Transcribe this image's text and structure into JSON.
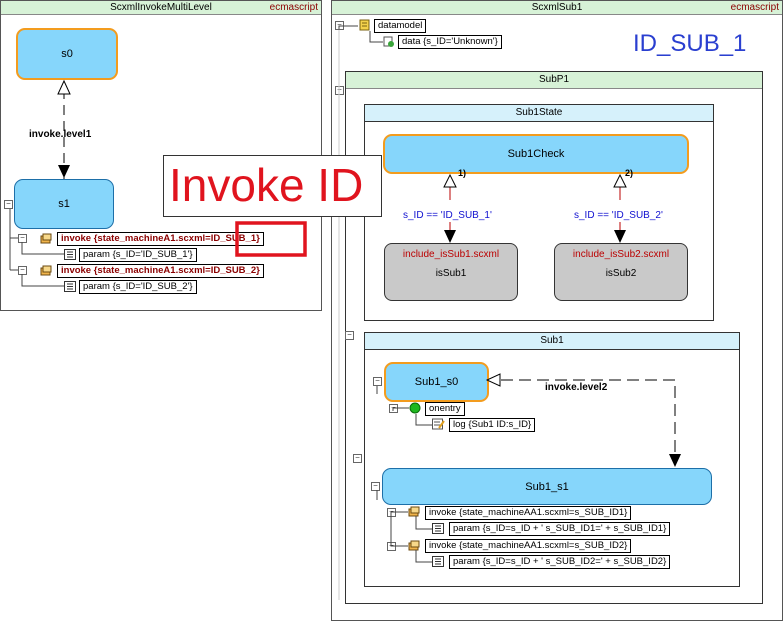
{
  "left_panel": {
    "title": "ScxmlInvokeMultiLevel",
    "tag": "ecmascript",
    "s0": "s0",
    "s1": "s1",
    "transition_label": "invoke.level1",
    "invoke1": "invoke {state_machineA1.scxml=ID_SUB_1}",
    "param1": "param {s_ID='ID_SUB_1'}",
    "invoke2": "invoke {state_machineA1.scxml=ID_SUB_2}",
    "param2": "param {s_ID='ID_SUB_2'}"
  },
  "annotation": {
    "text": "Invoke ID",
    "color": "#e0141e"
  },
  "right_panel": {
    "title": "ScxmlSub1",
    "tag": "ecmascript",
    "id_label": "ID_SUB_1",
    "datamodel": "datamodel",
    "data": "data {s_ID='Unknown'}",
    "subp1_title": "SubP1",
    "sub1state_title": "Sub1State",
    "sub1check": "Sub1Check",
    "cond1_num": "1)",
    "cond2_num": "2)",
    "cond1": "s_ID == 'ID_SUB_1'",
    "cond2": "s_ID == 'ID_SUB_2'",
    "include1_file": "include_isSub1.scxml",
    "include1_name": "isSub1",
    "include2_file": "include_isSub2.scxml",
    "include2_name": "isSub2",
    "sub1_title": "Sub1",
    "sub1_s0": "Sub1_s0",
    "onentry": "onentry",
    "log": "log {Sub1 ID:s_ID}",
    "transition_label": "invoke.level2",
    "sub1_s1": "Sub1_s1",
    "invoke1": "invoke {state_machineAA1.scxml=s_SUB_ID1}",
    "param1": "param {s_ID=s_ID + ' s_SUB_ID1=' + s_SUB_ID1}",
    "invoke2": "invoke {state_machineAA1.scxml=s_SUB_ID2}",
    "param2": "param {s_ID=s_ID + ' s_SUB_ID2=' + s_SUB_ID2}"
  },
  "colors": {
    "state_fill": "#86d6fb",
    "initial_border": "#f39c1e",
    "title_bar": "#d7f2d7",
    "region_title": "#d6f1fb",
    "include_fill": "#c9c9c9",
    "condition_text": "#1010d0"
  }
}
